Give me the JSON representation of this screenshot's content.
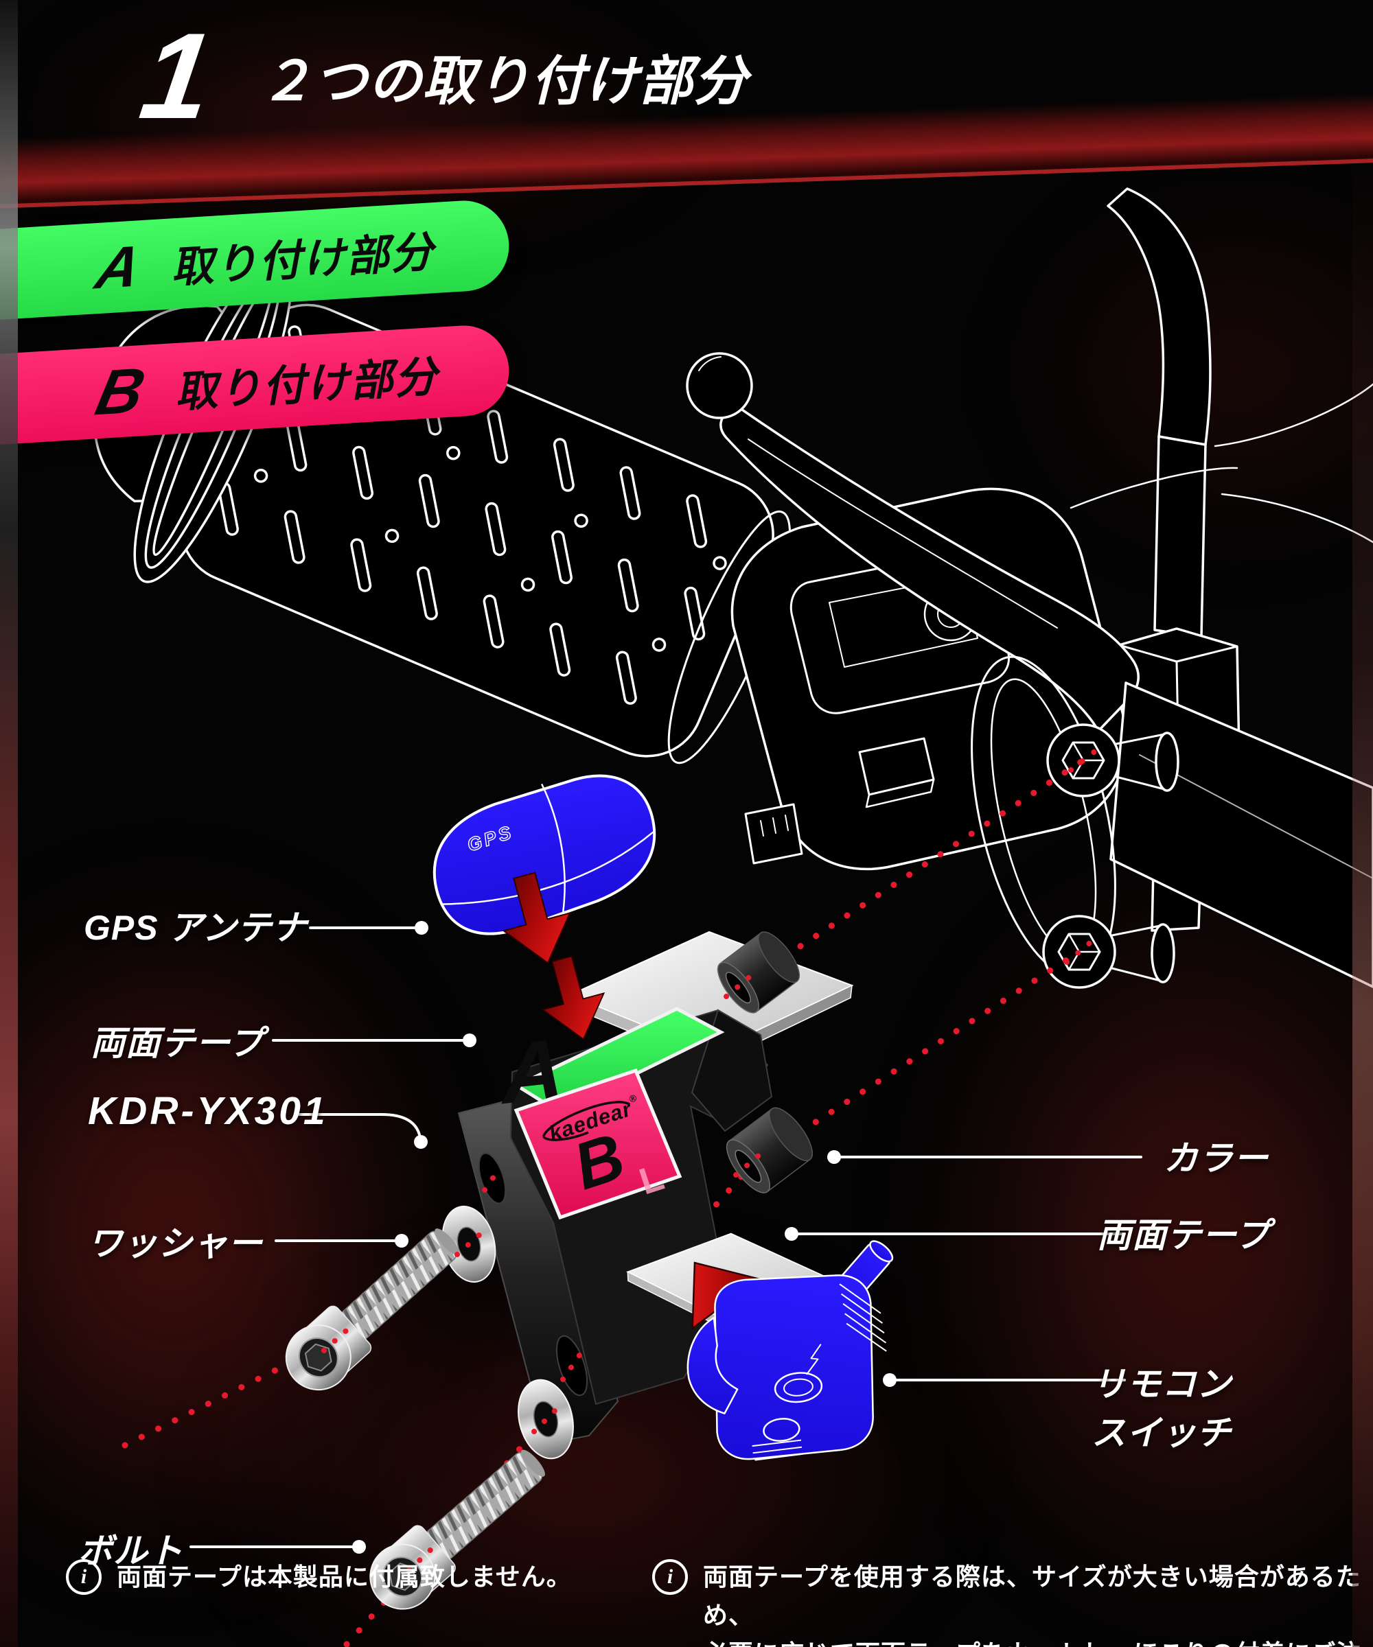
{
  "title": {
    "number": "1",
    "text": "２つの取り付け部分"
  },
  "badges": {
    "a": {
      "letter": "A",
      "label": "取り付け部分",
      "color": "#36F156"
    },
    "b": {
      "letter": "B",
      "label": "取り付け部分",
      "color": "#FC1E67"
    }
  },
  "diagram": {
    "gps_marking": "GPS",
    "mount": {
      "sticker_a": "A",
      "brand": "kaedear",
      "reg_mark": "®",
      "sticker_b": "B",
      "corner_mark": "L"
    }
  },
  "part_labels": {
    "gps_antenna": "GPS アンテナ",
    "tape_left": "両面テープ",
    "model": "KDR-YX301",
    "washer": "ワッシャー",
    "bolt": "ボルト",
    "collar": "カラー",
    "tape_right": "両面テープ",
    "remote_line1": "リモコン",
    "remote_line2": "スイッチ"
  },
  "notes": {
    "icon_glyph": "i",
    "note1": "両面テープは本製品に付属致しません。",
    "note2_line1": "両面テープを使用する際は、サイズが大きい場合があるため、",
    "note2_line2": "必要に応じて両面テープをカットし、ほこりの付着にご注意ください。"
  },
  "colors": {
    "accent_green": "#36F156",
    "accent_pink": "#FC1E67",
    "part_blue": "#2013F0",
    "guide_red": "#E8192C"
  }
}
